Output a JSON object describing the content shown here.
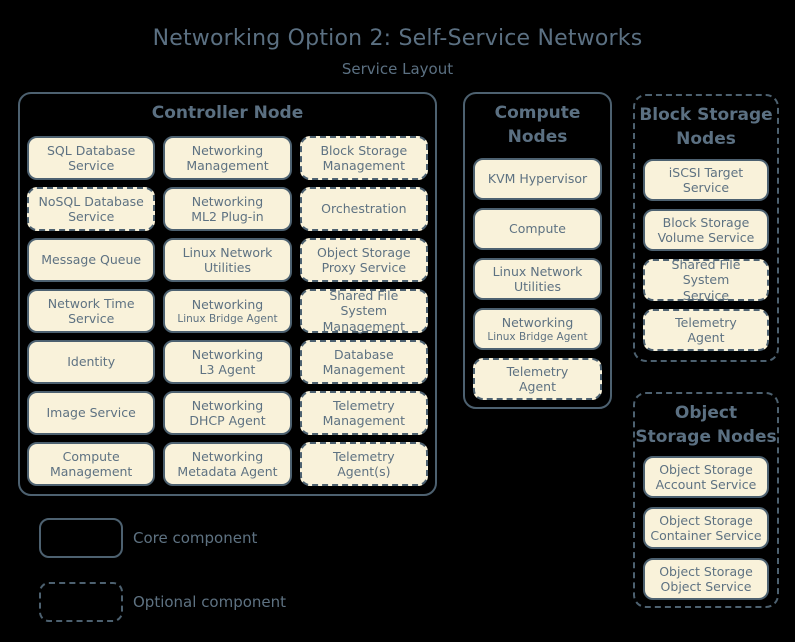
{
  "page": {
    "title": "Networking Option 2: Self-Service Networks",
    "subtitle": "Service Layout",
    "colors": {
      "background": "#000000",
      "box_fill": "#f9f2da",
      "line": "#4d6170",
      "text": "#5e7282"
    }
  },
  "nodes": [
    {
      "id": "controller-node",
      "title": "Controller Node",
      "optional": false,
      "services": [
        {
          "id": "sql-database-service",
          "label": "SQL Database\nService",
          "optional": false
        },
        {
          "id": "networking-management",
          "label": "Networking\nManagement",
          "optional": false
        },
        {
          "id": "block-storage-management",
          "label": "Block Storage\nManagement",
          "optional": true
        },
        {
          "id": "nosql-database-service",
          "label": "NoSQL Database\nService",
          "optional": true
        },
        {
          "id": "networking-ml2-plugin",
          "label": "Networking\nML2 Plug-in",
          "optional": false
        },
        {
          "id": "orchestration",
          "label": "Orchestration",
          "optional": true
        },
        {
          "id": "message-queue",
          "label": "Message Queue",
          "optional": false
        },
        {
          "id": "linux-network-utilities",
          "label": "Linux Network\nUtilities",
          "optional": false
        },
        {
          "id": "object-storage-proxy-service",
          "label": "Object Storage\nProxy Service",
          "optional": true
        },
        {
          "id": "network-time-service",
          "label": "Network Time\nService",
          "optional": false
        },
        {
          "id": "networking-linux-bridge-agent",
          "label": "Networking",
          "sub": "Linux Bridge Agent",
          "optional": false
        },
        {
          "id": "shared-file-system-management",
          "label": "Shared File System\nManagement",
          "optional": true
        },
        {
          "id": "identity",
          "label": "Identity",
          "optional": false
        },
        {
          "id": "networking-l3-agent",
          "label": "Networking\nL3 Agent",
          "optional": false
        },
        {
          "id": "database-management",
          "label": "Database\nManagement",
          "optional": true
        },
        {
          "id": "image-service",
          "label": "Image Service",
          "optional": false
        },
        {
          "id": "networking-dhcp-agent",
          "label": "Networking\nDHCP Agent",
          "optional": false
        },
        {
          "id": "telemetry-management",
          "label": "Telemetry\nManagement",
          "optional": true
        },
        {
          "id": "compute-management",
          "label": "Compute\nManagement",
          "optional": false
        },
        {
          "id": "networking-metadata-agent",
          "label": "Networking\nMetadata Agent",
          "optional": false
        },
        {
          "id": "telemetry-agents",
          "label": "Telemetry\nAgent(s)",
          "optional": true
        }
      ]
    },
    {
      "id": "compute-nodes",
      "title": "Compute\nNodes",
      "optional": false,
      "services": [
        {
          "id": "kvm-hypervisor",
          "label": "KVM Hypervisor",
          "optional": false
        },
        {
          "id": "compute",
          "label": "Compute",
          "optional": false
        },
        {
          "id": "linux-network-utilities",
          "label": "Linux Network\nUtilities",
          "optional": false
        },
        {
          "id": "networking-linux-bridge-agent",
          "label": "Networking",
          "sub": "Linux Bridge Agent",
          "optional": false
        },
        {
          "id": "telemetry-agent",
          "label": "Telemetry\nAgent",
          "optional": true
        }
      ]
    },
    {
      "id": "block-storage-nodes",
      "title": "Block Storage\nNodes",
      "optional": true,
      "services": [
        {
          "id": "iscsi-target-service",
          "label": "iSCSI Target\nService",
          "optional": false
        },
        {
          "id": "block-storage-volume-service",
          "label": "Block Storage\nVolume Service",
          "optional": false
        },
        {
          "id": "shared-file-system-service",
          "label": "Shared File System\nService",
          "optional": true
        },
        {
          "id": "telemetry-agent",
          "label": "Telemetry\nAgent",
          "optional": true
        }
      ]
    },
    {
      "id": "object-storage-nodes",
      "title": "Object\nStorage Nodes",
      "optional": true,
      "services": [
        {
          "id": "object-storage-account-service",
          "label": "Object Storage\nAccount Service",
          "optional": false
        },
        {
          "id": "object-storage-container-service",
          "label": "Object Storage\nContainer Service",
          "optional": false
        },
        {
          "id": "object-storage-object-service",
          "label": "Object Storage\nObject Service",
          "optional": false
        }
      ]
    }
  ],
  "legend": {
    "core_label": "Core component",
    "optional_label": "Optional component"
  }
}
